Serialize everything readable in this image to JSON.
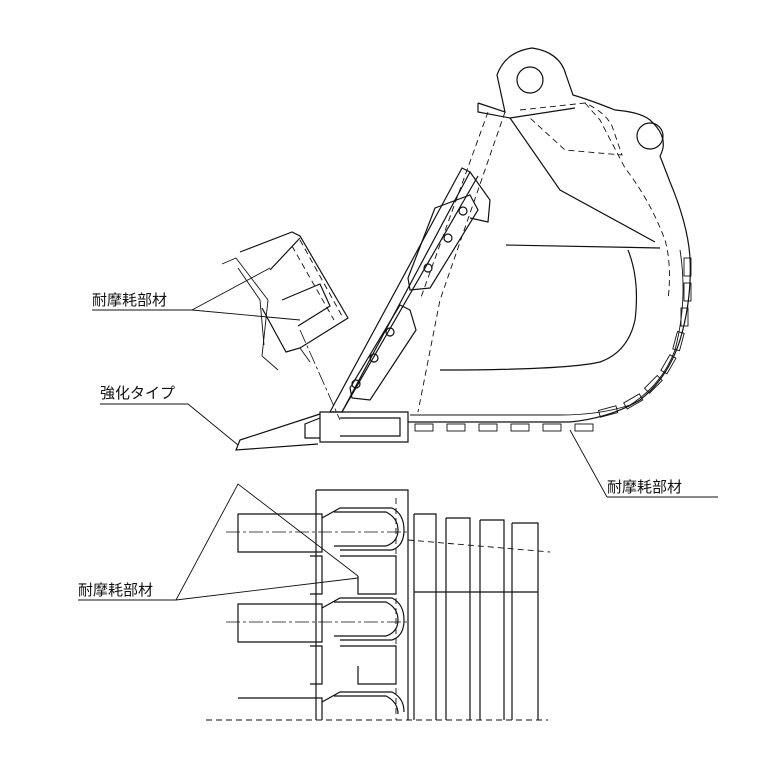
{
  "labels": {
    "wear_parts_upper_left": "耐摩耗部材",
    "reinforced_type": "強化タイプ",
    "wear_parts_right": "耐摩耗部材",
    "wear_parts_lower_left": "耐摩耗部材"
  },
  "colors": {
    "line": "#111111",
    "background": "#ffffff"
  },
  "icons": [
    "excavator-bucket-side-view",
    "bucket-bottom-plan-view",
    "tooth-detail-view"
  ]
}
